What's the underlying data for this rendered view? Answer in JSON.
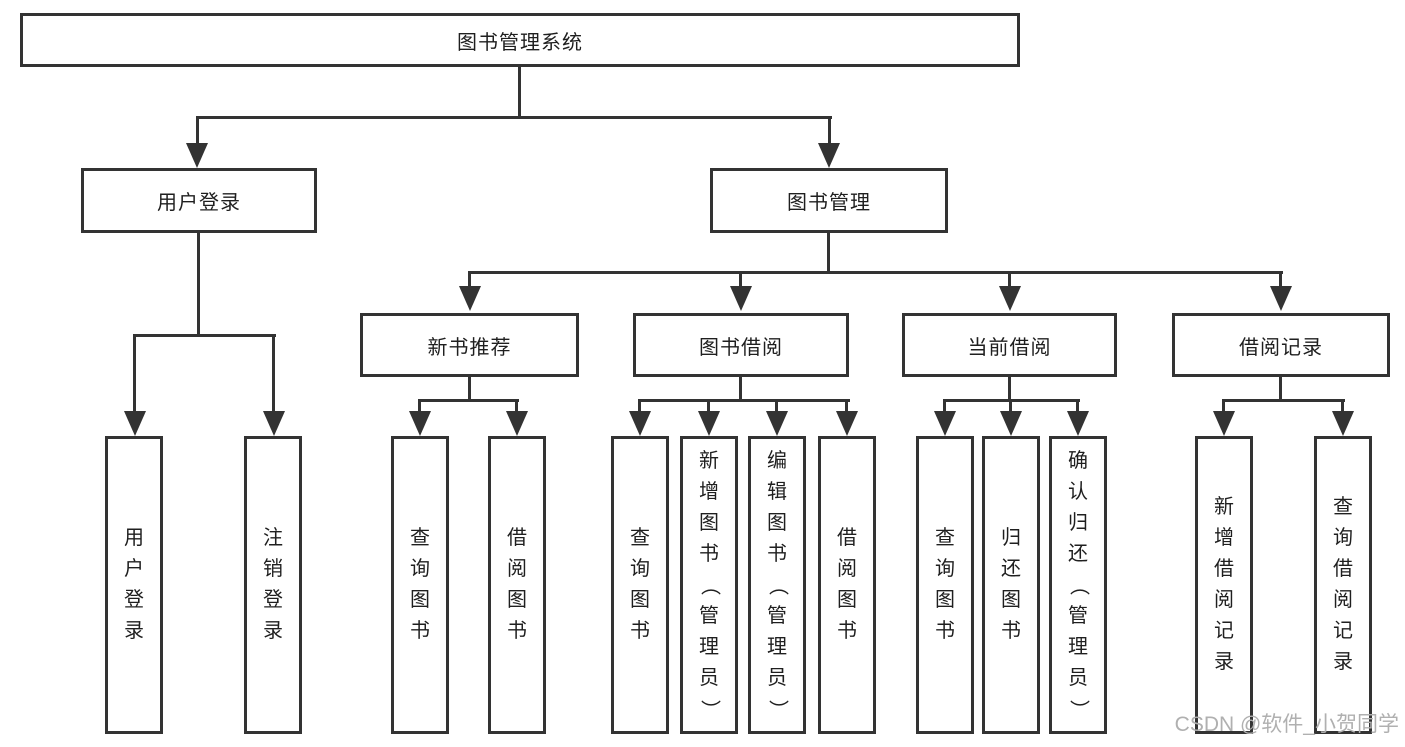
{
  "tree": {
    "root": {
      "label": "图书管理系统",
      "children": [
        {
          "label": "用户登录",
          "children": [
            {
              "label": "用户登录"
            },
            {
              "label": "注销登录"
            }
          ]
        },
        {
          "label": "图书管理",
          "children": [
            {
              "label": "新书推荐",
              "children": [
                {
                  "label": "查询图书"
                },
                {
                  "label": "借阅图书"
                }
              ]
            },
            {
              "label": "图书借阅",
              "children": [
                {
                  "label": "查询图书"
                },
                {
                  "label": "新增图书（管理员）"
                },
                {
                  "label": "编辑图书（管理员）"
                },
                {
                  "label": "借阅图书"
                }
              ]
            },
            {
              "label": "当前借阅",
              "children": [
                {
                  "label": "查询图书"
                },
                {
                  "label": "归还图书"
                },
                {
                  "label": "确认归还（管理员）"
                }
              ]
            },
            {
              "label": "借阅记录",
              "children": [
                {
                  "label": "新增借阅记录"
                },
                {
                  "label": "查询借阅记录"
                }
              ]
            }
          ]
        }
      ]
    }
  },
  "watermark": {
    "text": "CSDN @软件_小贺同学"
  },
  "colors": {
    "line": "#333333",
    "text": "#1f1f1f",
    "bg": "#ffffff",
    "watermark": "#b0b0b0"
  }
}
